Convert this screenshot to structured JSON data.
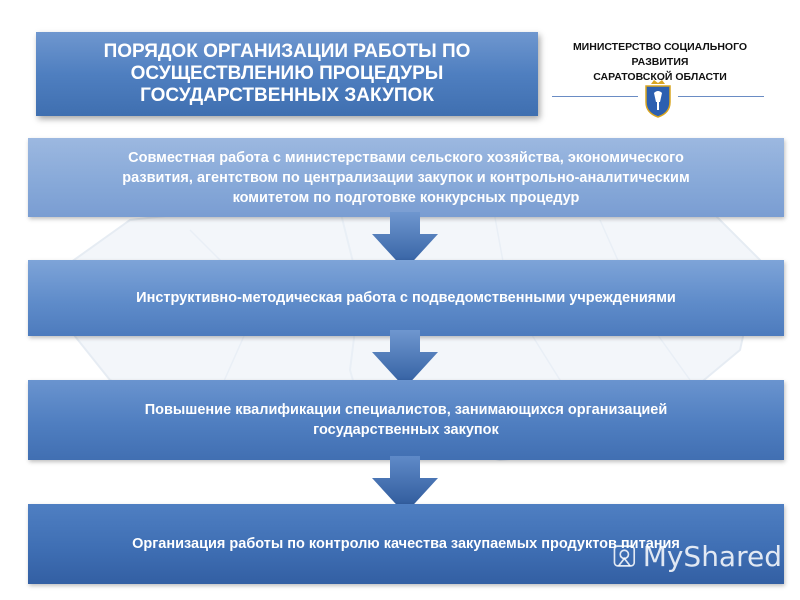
{
  "header": {
    "title": "ПОРЯДОК ОРГАНИЗАЦИИ РАБОТЫ ПО\nОСУЩЕСТВЛЕНИЮ ПРОЦЕДУРЫ\nГОСУДАРСТВЕННЫХ ЗАКУПОК"
  },
  "ministry": {
    "name": "МИНИСТЕРСТВО СОЦИАЛЬНОГО РАЗВИТИЯ\nСАРАТОВСКОЙ ОБЛАСТИ",
    "crest_icon": "saratov-coat-of-arms-icon"
  },
  "steps": [
    {
      "text": "Совместная работа с министерствами сельского хозяйства, экономического\nразвития, агентством по централизации закупок и контрольно-аналитическим\nкомитетом по подготовке конкурсных процедур"
    },
    {
      "text": "Инструктивно-методическая работа с подведомственными учреждениями"
    },
    {
      "text": "Повышение квалификации специалистов, занимающихся организацией\nгосударственных закупок"
    },
    {
      "text": "Организация работы по контролю качества закупаемых продуктов питания"
    }
  ],
  "watermark": {
    "text": "MyShared",
    "icon": "myshared-logo-icon"
  },
  "colors": {
    "box": "#5f8cca",
    "arrow": "#3f6fb4",
    "header": "#4f7fc0"
  }
}
